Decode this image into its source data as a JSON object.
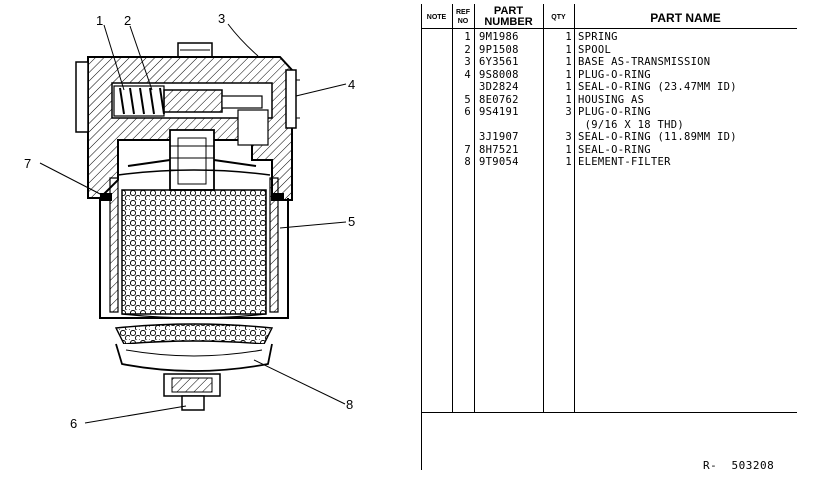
{
  "drawing": {
    "callouts": [
      "1",
      "2",
      "3",
      "4",
      "5",
      "6",
      "7",
      "8"
    ]
  },
  "table": {
    "headers": {
      "note": "NOTE",
      "ref_top": "REF",
      "ref_bottom": "NO",
      "part_top": "PART",
      "part_bottom": "NUMBER",
      "qty": "QTY",
      "name": "PART NAME"
    },
    "rows": [
      {
        "ref": "1",
        "part": "9M1986",
        "qty": "1",
        "name": "SPRING"
      },
      {
        "ref": "2",
        "part": "9P1508",
        "qty": "1",
        "name": "SPOOL"
      },
      {
        "ref": "3",
        "part": "6Y3561",
        "qty": "1",
        "name": "BASE AS-TRANSMISSION"
      },
      {
        "ref": "4",
        "part": "9S8008",
        "qty": "1",
        "name": "PLUG-O-RING"
      },
      {
        "ref": "",
        "part": "3D2824",
        "qty": "1",
        "name": "SEAL-O-RING (23.47MM ID)"
      },
      {
        "ref": "5",
        "part": "8E0762",
        "qty": "1",
        "name": "HOUSING AS"
      },
      {
        "ref": "6",
        "part": "9S4191",
        "qty": "3",
        "name": "PLUG-O-RING"
      },
      {
        "ref": "",
        "part": "",
        "qty": "",
        "name": " (9/16 X 18 THD)"
      },
      {
        "ref": "",
        "part": "3J1907",
        "qty": "3",
        "name": "SEAL-O-RING (11.89MM ID)"
      },
      {
        "ref": "7",
        "part": "8H7521",
        "qty": "1",
        "name": "SEAL-O-RING"
      },
      {
        "ref": "8",
        "part": "9T9054",
        "qty": "1",
        "name": "ELEMENT-FILTER"
      }
    ]
  },
  "reference": "R-  503208"
}
